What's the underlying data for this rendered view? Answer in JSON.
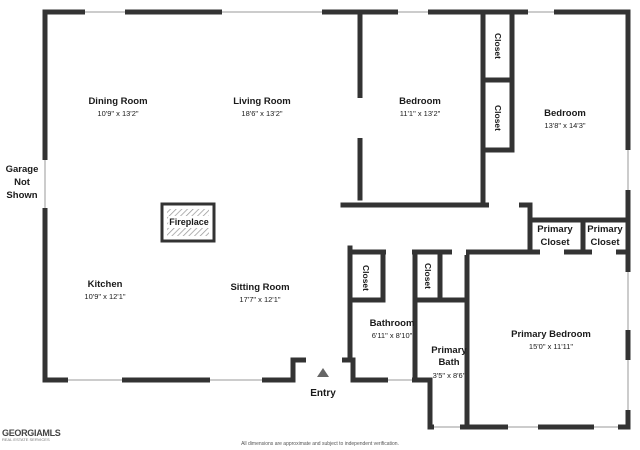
{
  "rooms": {
    "dining": {
      "name": "Dining Room",
      "dims": "10'9\" x 13'2\""
    },
    "living": {
      "name": "Living Room",
      "dims": "18'6\" x 13'2\""
    },
    "bedroom1": {
      "name": "Bedroom",
      "dims": "11'1\" x 13'2\""
    },
    "bedroom2": {
      "name": "Bedroom",
      "dims": "13'8\" x 14'3\""
    },
    "kitchen": {
      "name": "Kitchen",
      "dims": "10'9\" x 12'1\""
    },
    "sitting": {
      "name": "Sitting Room",
      "dims": "17'7\" x 12'1\""
    },
    "bathroom": {
      "name": "Bathroom",
      "dims": "6'11\" x 8'10\""
    },
    "primary_bath": {
      "name_line1": "Primary",
      "name_line2": "Bath",
      "dims": "3'5\" x 8'6\""
    },
    "primary_bedroom": {
      "name": "Primary Bedroom",
      "dims": "15'0\" x 11'11\""
    }
  },
  "closets": {
    "closet_label": "Closet",
    "primary_closet_line1": "Primary",
    "primary_closet_line2": "Closet"
  },
  "fireplace": "Fireplace",
  "garage": {
    "line1": "Garage",
    "line2": "Not",
    "line3": "Shown"
  },
  "entry": "Entry",
  "logo": {
    "main": "GEORGIAMLS",
    "sub": "REAL ESTATE SERVICES"
  },
  "disclaimer": "All dimensions are approximate and subject to independent verification."
}
